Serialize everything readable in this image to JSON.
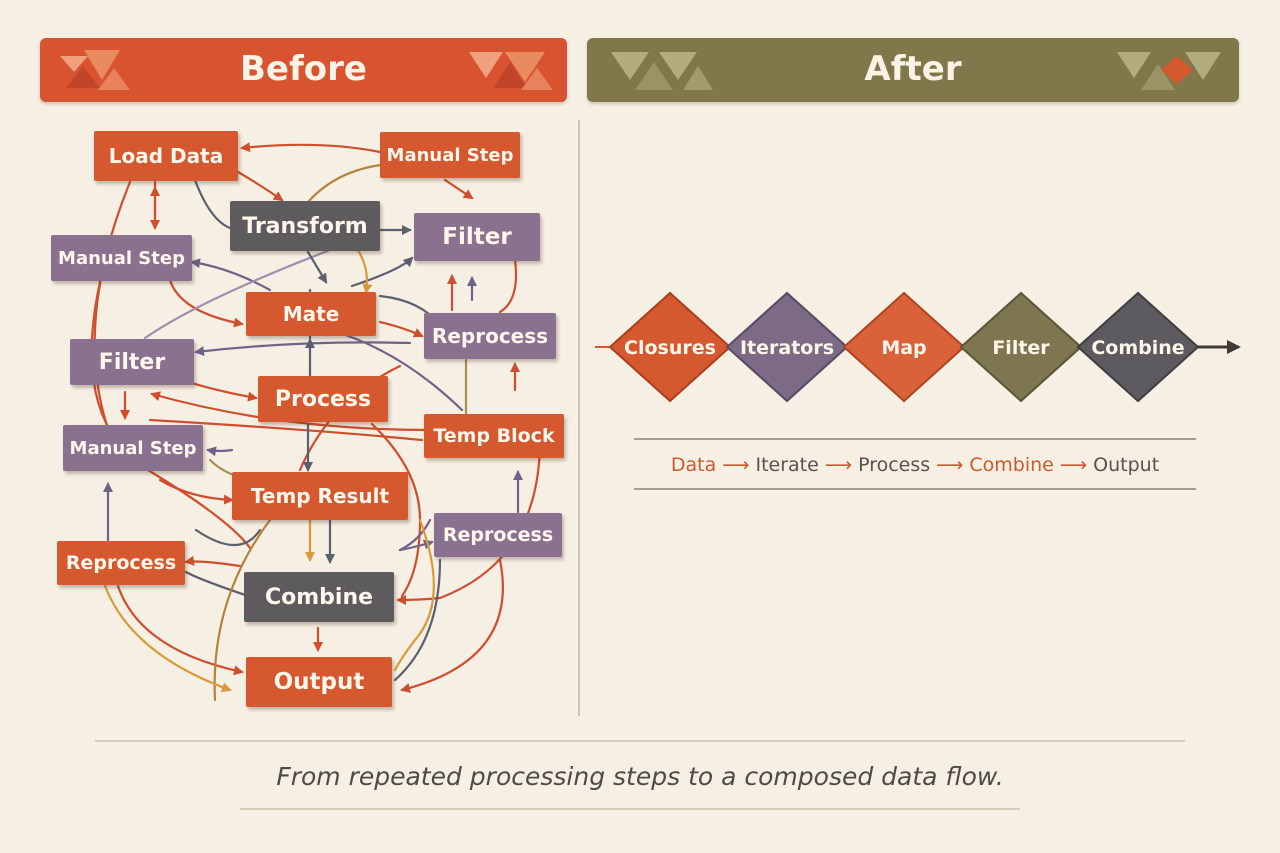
{
  "before": {
    "title": "Before",
    "nodes": {
      "load_data": "Load Data",
      "manual_step_top": "Manual Step",
      "transform": "Transform",
      "filter_right": "Filter",
      "manual_step_left": "Manual Step",
      "mate": "Mate",
      "reprocess_right": "Reprocess",
      "filter_left": "Filter",
      "process": "Process",
      "temp_block": "Temp Block",
      "manual_step_mid": "Manual Step",
      "temp_result": "Temp Result",
      "reprocess_low_right": "Reprocess",
      "reprocess_left": "Reprocess",
      "combine": "Combine",
      "output": "Output"
    }
  },
  "after": {
    "title": "After",
    "pipeline": [
      "Closures",
      "Iterators",
      "Map",
      "Filter",
      "Combine"
    ],
    "flow": [
      "Data",
      "Iterate",
      "Process",
      "Combine",
      "Output"
    ]
  },
  "footer": "From repeated processing steps to a composed data flow.",
  "colors": {
    "orange": "#d5582f",
    "purple": "#8a7190",
    "gray": "#5d5b5e",
    "olive": "#80784a",
    "background": "#f6efe3"
  }
}
